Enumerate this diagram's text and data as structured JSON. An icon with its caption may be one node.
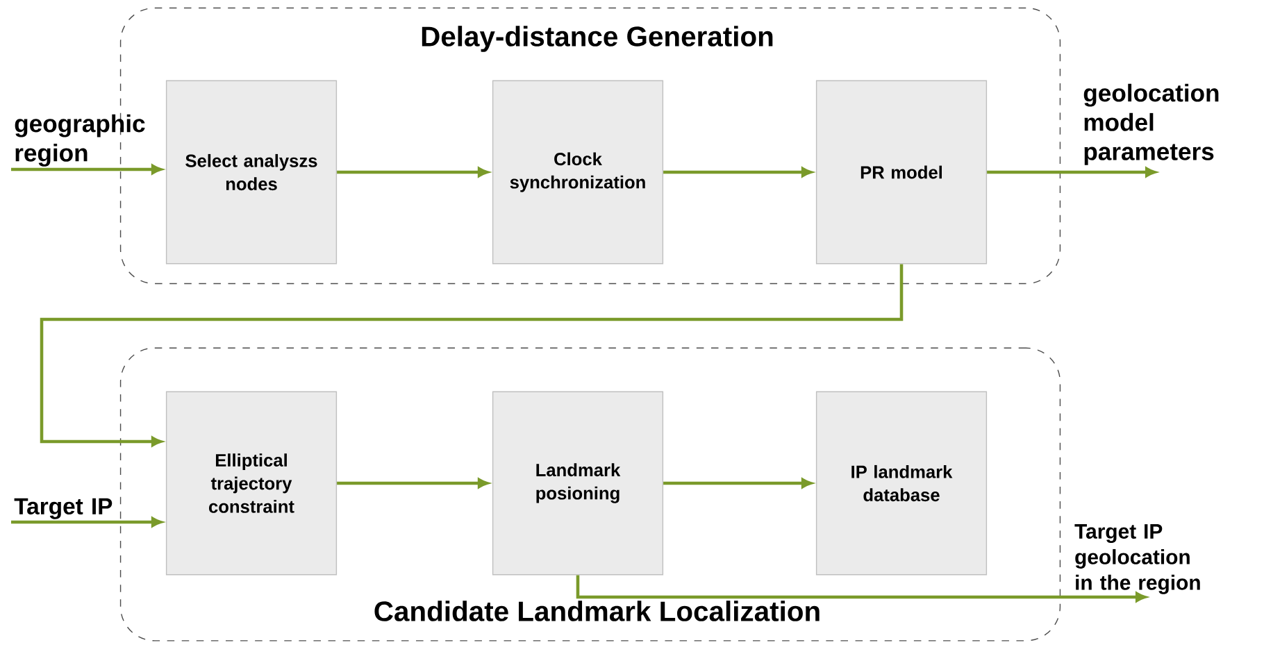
{
  "diagram": {
    "nodes": [
      {
        "text": [
          "Delay-distance Generation"
        ]
      },
      {
        "text": [
          "Select analyszs nodes"
        ],
        "in": 0
      },
      {
        "text": [
          "Clock synchronization"
        ],
        "in": 0
      },
      {
        "text": [
          "PR model"
        ],
        "in": 0
      },
      {
        "text": [
          "Candidate Landmark Localization"
        ]
      },
      {
        "text": [
          "Elliptical trajectory constraint"
        ],
        "in": 4
      },
      {
        "text": [
          "Landmark posioning"
        ],
        "in": 4
      },
      {
        "text": [
          "IP landmark database"
        ],
        "in": 4
      },
      {
        "text": [
          "geographic region"
        ]
      },
      {
        "text": [
          "geolocation model parameters"
        ]
      },
      {
        "text": [
          "Target IP"
        ]
      },
      {
        "text": [
          "Target IP geolocation in the region"
        ]
      }
    ],
    "edges": [
      {
        "from": 8,
        "to": 1,
        "arrow": "to"
      },
      {
        "from": 1,
        "to": 2,
        "arrow": "to"
      },
      {
        "from": 2,
        "to": 3,
        "arrow": "to"
      },
      {
        "from": 3,
        "to": 9,
        "arrow": "to"
      },
      {
        "from": 3,
        "to": 5,
        "arrow": "to"
      },
      {
        "from": 10,
        "to": 5,
        "arrow": "to"
      },
      {
        "from": 5,
        "to": 6,
        "arrow": "to"
      },
      {
        "from": 6,
        "to": 7,
        "arrow": "to"
      },
      {
        "from": 6,
        "to": 11,
        "arrow": "to"
      }
    ]
  }
}
